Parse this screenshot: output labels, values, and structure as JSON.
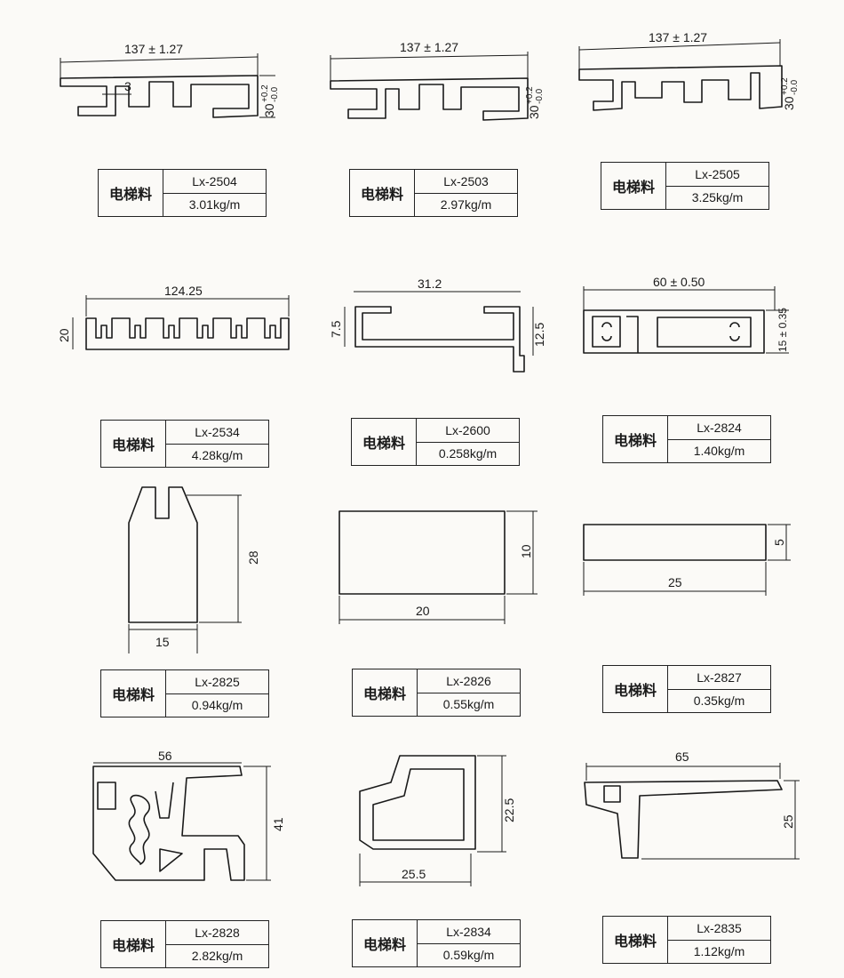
{
  "category_label": "电梯料",
  "profiles": [
    {
      "code": "Lx-2504",
      "weight": "3.01kg/m",
      "dims": [
        "137 ± 1.27",
        "3",
        "30",
        "+0.2",
        "-0.0"
      ]
    },
    {
      "code": "Lx-2503",
      "weight": "2.97kg/m",
      "dims": [
        "137 ± 1.27",
        "30",
        "+0.2",
        "-0.0"
      ]
    },
    {
      "code": "Lx-2505",
      "weight": "3.25kg/m",
      "dims": [
        "137 ± 1.27",
        "30",
        "+0.2",
        "-0.0"
      ]
    },
    {
      "code": "Lx-2534",
      "weight": "4.28kg/m",
      "dims": [
        "124.25",
        "20"
      ]
    },
    {
      "code": "Lx-2600",
      "weight": "0.258kg/m",
      "dims": [
        "31.2",
        "7.5",
        "12.5"
      ]
    },
    {
      "code": "Lx-2824",
      "weight": "1.40kg/m",
      "dims": [
        "60 ± 0.50",
        "15 ± 0.35"
      ]
    },
    {
      "code": "Lx-2825",
      "weight": "0.94kg/m",
      "dims": [
        "28",
        "15"
      ]
    },
    {
      "code": "Lx-2826",
      "weight": "0.55kg/m",
      "dims": [
        "10",
        "20"
      ]
    },
    {
      "code": "Lx-2827",
      "weight": "0.35kg/m",
      "dims": [
        "5",
        "25"
      ]
    },
    {
      "code": "Lx-2828",
      "weight": "2.82kg/m",
      "dims": [
        "56",
        "41"
      ]
    },
    {
      "code": "Lx-2834",
      "weight": "0.59kg/m",
      "dims": [
        "22.5",
        "25.5"
      ]
    },
    {
      "code": "Lx-2835",
      "weight": "1.12kg/m",
      "dims": [
        "65",
        "25"
      ]
    }
  ]
}
